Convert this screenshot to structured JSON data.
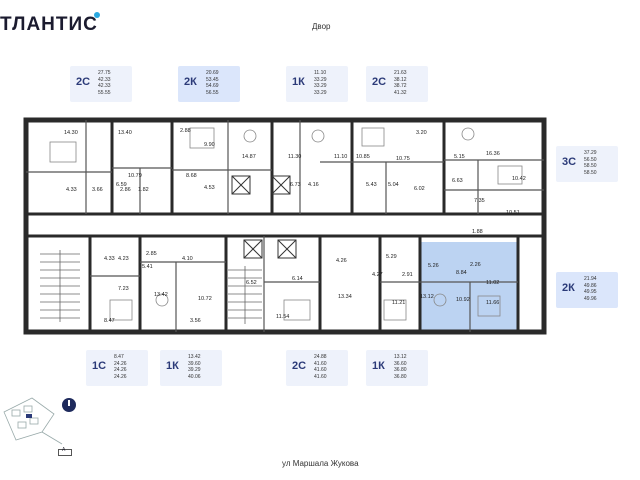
{
  "header": {
    "logo_text": "ТЛАНТИС",
    "logo_dot_color": "#2aa8e0"
  },
  "streets": {
    "top": "Двор",
    "bottom": "ул Маршала Жукова"
  },
  "cards": [
    {
      "id": "c1",
      "code": "2С",
      "areas": [
        "27.75",
        "42.33",
        "42.33",
        "55.55"
      ]
    },
    {
      "id": "c2",
      "code": "2К",
      "areas": [
        "20.69",
        "53.45",
        "54.69",
        "56.55"
      ]
    },
    {
      "id": "c3",
      "code": "1К",
      "areas": [
        "11.10",
        "33.29",
        "33.29",
        "33.29"
      ]
    },
    {
      "id": "c4",
      "code": "2С",
      "areas": [
        "21.63",
        "38.12",
        "38.72",
        "41.32"
      ]
    },
    {
      "id": "c5",
      "code": "3С",
      "areas": [
        "37.29",
        "56.50",
        "58.50",
        "58.50"
      ]
    },
    {
      "id": "c6",
      "code": "2К",
      "areas": [
        "21.94",
        "49.86",
        "49.95",
        "49.96"
      ],
      "highlight": true
    },
    {
      "id": "c7",
      "code": "1С",
      "areas": [
        "8.47",
        "24.26",
        "24.26",
        "24.26"
      ]
    },
    {
      "id": "c8",
      "code": "1К",
      "areas": [
        "13.42",
        "39.60",
        "39.29",
        "40.06"
      ]
    },
    {
      "id": "c9",
      "code": "2С",
      "areas": [
        "24.88",
        "41.60",
        "41.60",
        "41.60"
      ]
    },
    {
      "id": "c10",
      "code": "1К",
      "areas": [
        "13.12",
        "36.60",
        "36.80",
        "36.80"
      ]
    }
  ],
  "room_labels": [
    "14.30",
    "13.40",
    "2.88",
    "9.90",
    "14.87",
    "11.30",
    "11.10",
    "10.85",
    "3.20",
    "16.36",
    "10.79",
    "8.68",
    "10.75",
    "4.33",
    "3.66",
    "6.59",
    "2.86",
    "1.82",
    "4.53",
    "6.73",
    "4.16",
    "5.43",
    "5.04",
    "6.02",
    "6.63",
    "5.15",
    "10.42",
    "7.35",
    "10.51",
    "1.88",
    "4.23",
    "4.33",
    "2.85",
    "5.41",
    "4.10",
    "6.52",
    "6.14",
    "4.26",
    "5.29",
    "4.27",
    "2.91",
    "5.26",
    "8.84",
    "2.26",
    "11.02",
    "7.23",
    "13.42",
    "10.72",
    "13.34",
    "13.12",
    "11.21",
    "11.66",
    "10.92",
    "8.47",
    "3.56",
    "11.54"
  ],
  "highlight_color": "#bcd3f2",
  "scale_bar": "А"
}
